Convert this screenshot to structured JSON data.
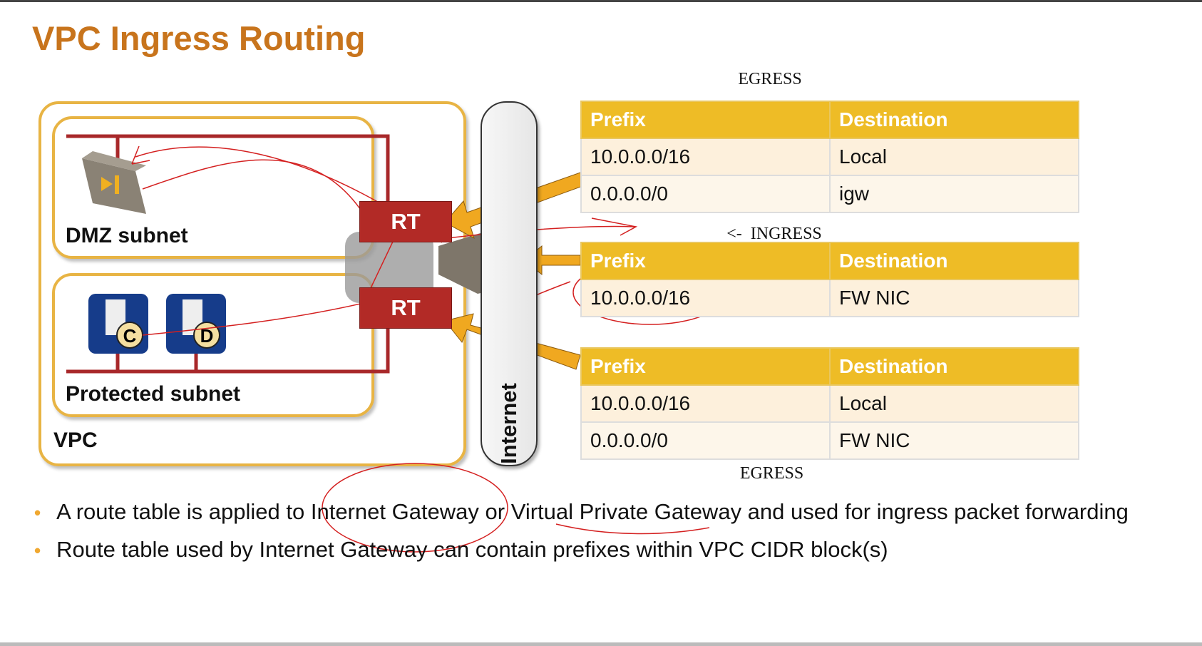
{
  "title": "VPC Ingress Routing",
  "diagram": {
    "dmz_label": "DMZ subnet",
    "protected_label": "Protected subnet",
    "vpc_label": "VPC",
    "internet_label": "Internet",
    "rt_top": "RT",
    "rt_bottom": "RT",
    "server_c": "C",
    "server_d": "D"
  },
  "annotations": {
    "egress_top": "EGRESS",
    "ingress": "<-  INGRESS",
    "egress_bottom": "EGRESS"
  },
  "tables": [
    {
      "headers": [
        "Prefix",
        "Destination"
      ],
      "rows": [
        [
          "10.0.0.0/16",
          "Local"
        ],
        [
          "0.0.0.0/0",
          "igw"
        ]
      ]
    },
    {
      "headers": [
        "Prefix",
        "Destination"
      ],
      "rows": [
        [
          "10.0.0.0/16",
          "FW NIC"
        ]
      ]
    },
    {
      "headers": [
        "Prefix",
        "Destination"
      ],
      "rows": [
        [
          "10.0.0.0/16",
          "Local"
        ],
        [
          "0.0.0.0/0",
          "FW NIC"
        ]
      ]
    }
  ],
  "bullets": [
    "A route table is applied to Internet Gateway or Virtual Private Gateway and used for ingress packet forwarding",
    "Route table used by Internet Gateway can contain prefixes within VPC CIDR block(s)"
  ]
}
